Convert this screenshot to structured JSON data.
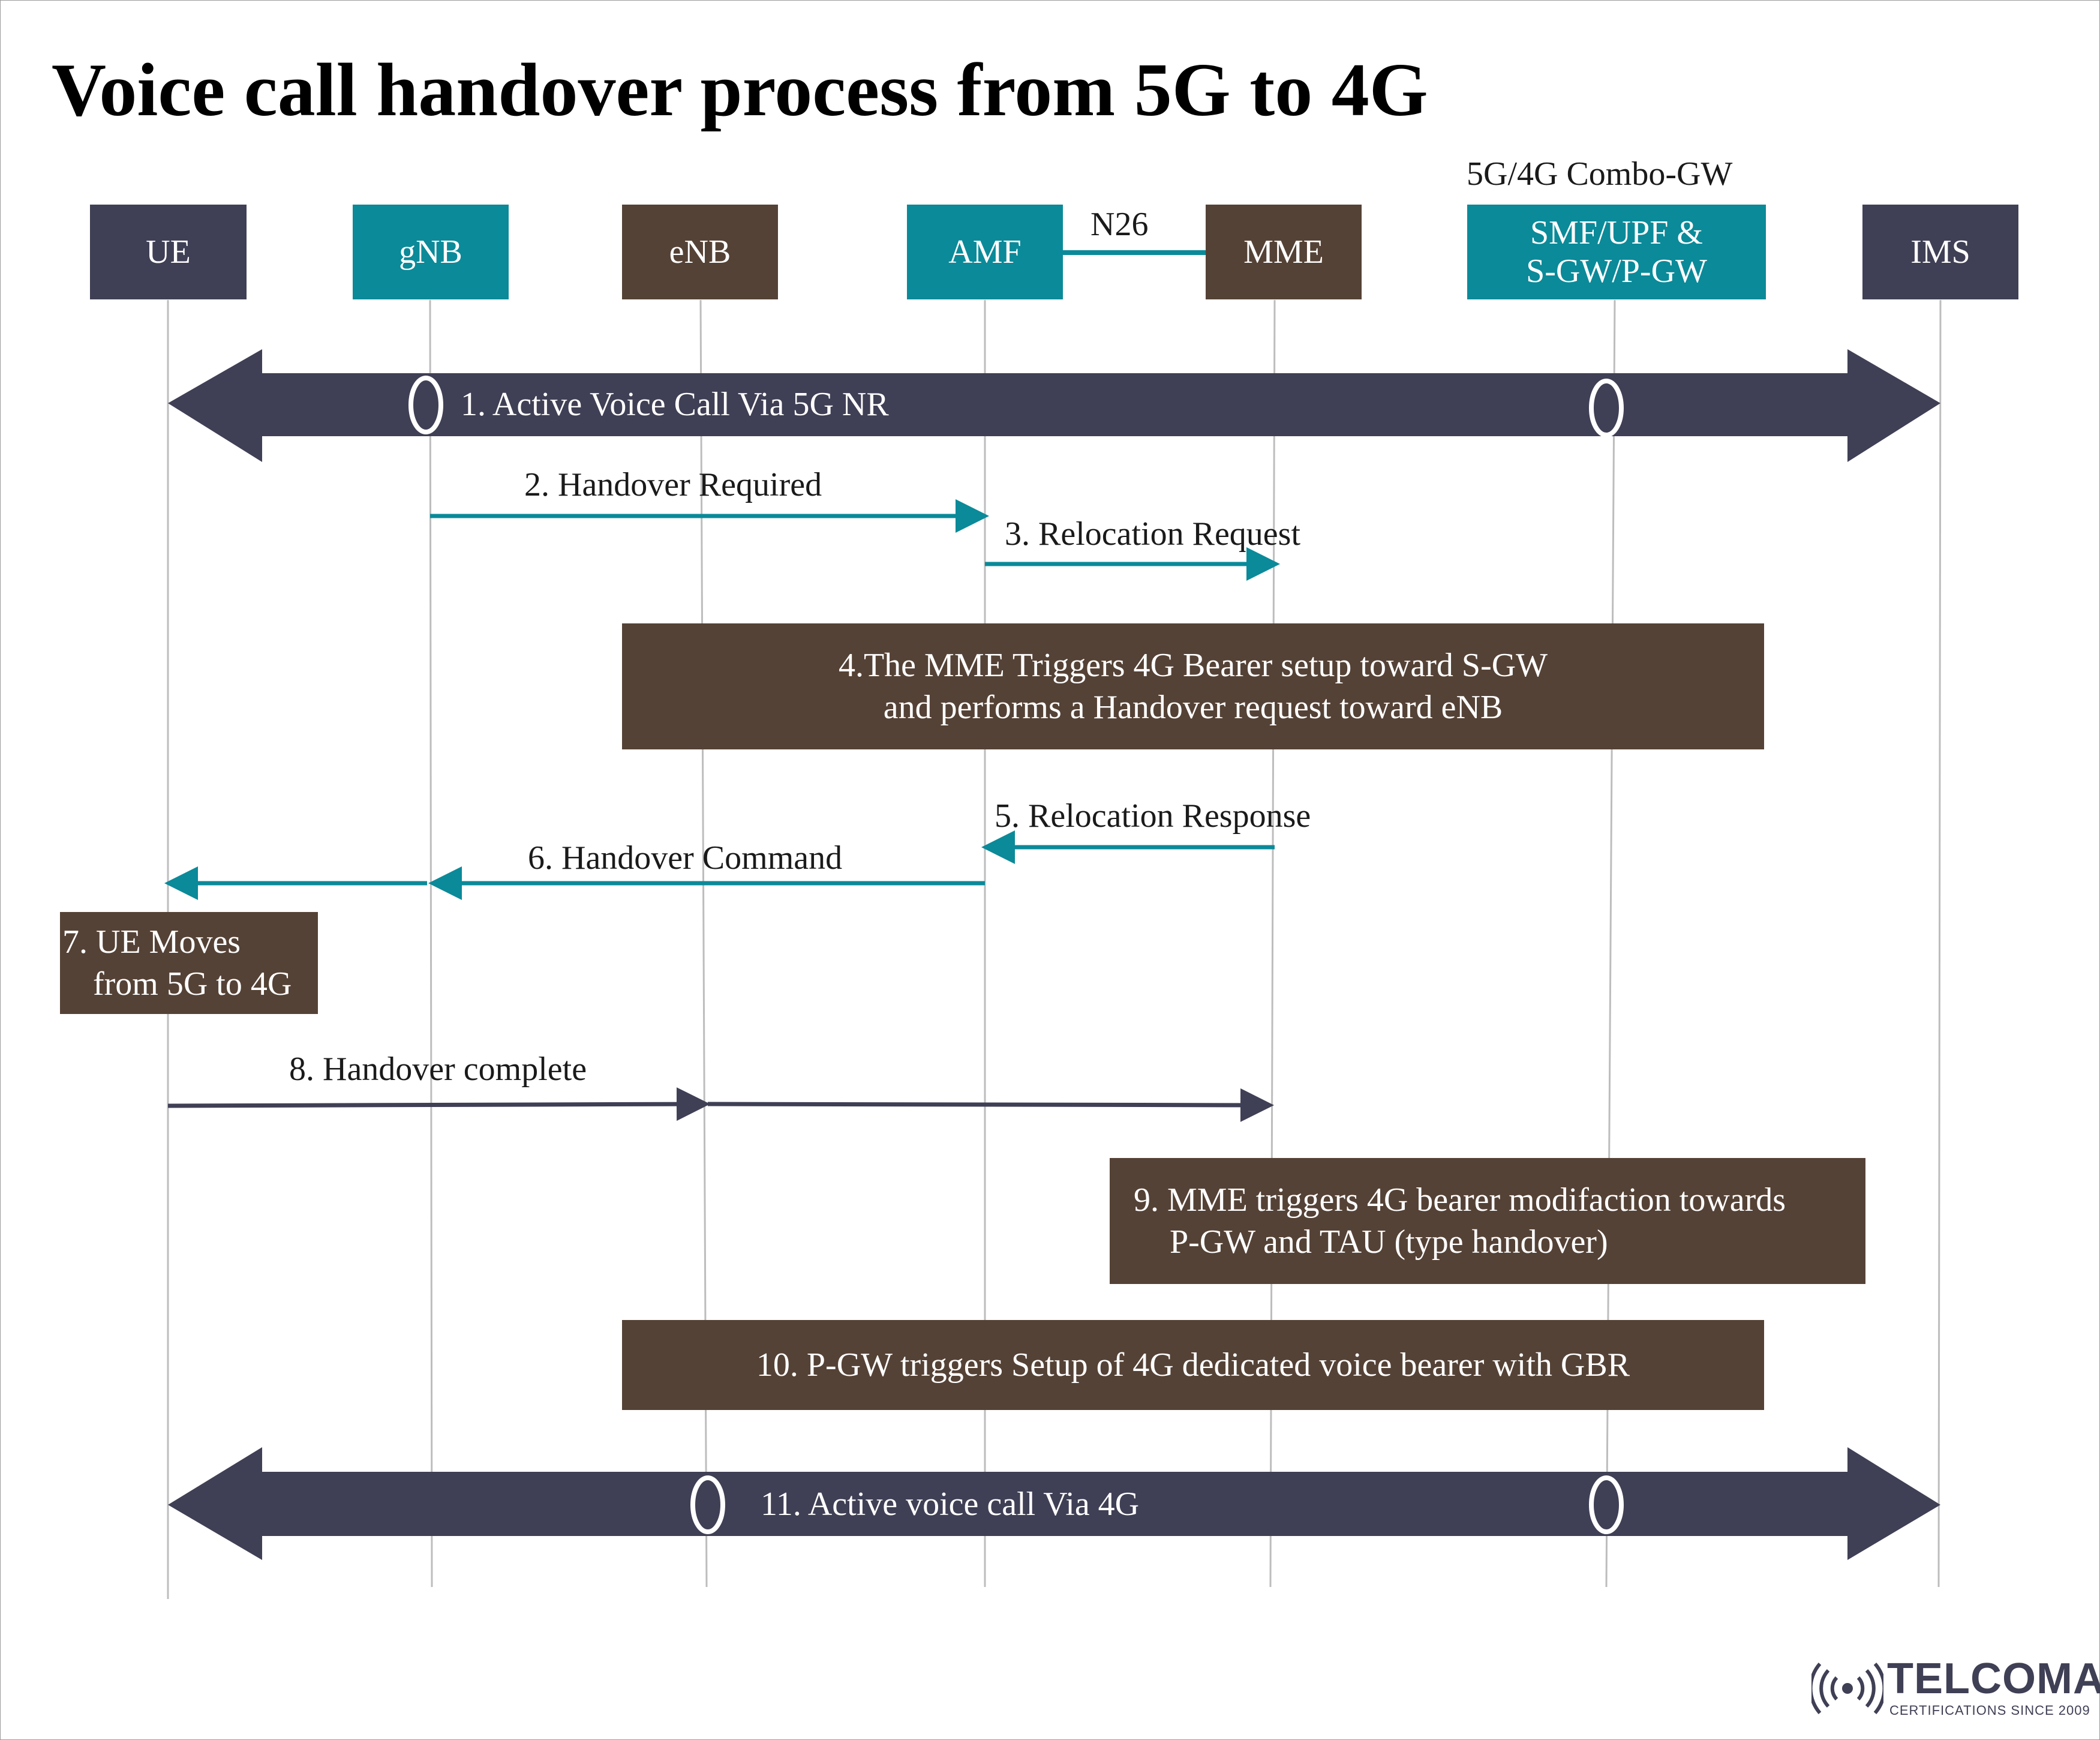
{
  "title": "Voice call handover process from 5G to 4G",
  "combo_label": "5G/4G Combo-GW",
  "interface_label": "N26",
  "entities": {
    "ue": "UE",
    "gnb": "gNB",
    "enb": "eNB",
    "amf": "AMF",
    "mme": "MME",
    "smf_line1": "SMF/UPF &",
    "smf_line2": "S-GW/P-GW",
    "ims": "IMS"
  },
  "steps": {
    "s1": "1. Active Voice Call Via 5G NR",
    "s2": "2. Handover Required",
    "s3": "3. Relocation Request",
    "s4_line1": "4.The MME Triggers 4G Bearer setup toward S-GW",
    "s4_line2": "and performs a Handover request toward eNB",
    "s5": "5. Relocation Response",
    "s6": "6. Handover Command",
    "s7_line1": "7. UE Moves",
    "s7_line2": "from 5G to 4G",
    "s8": "8. Handover complete",
    "s9_line1": "9. MME triggers 4G bearer modifaction towards",
    "s9_line2": "P-GW and TAU (type handover)",
    "s10": "10. P-GW triggers Setup of 4G dedicated voice bearer with GBR",
    "s11": "11. Active voice call Via 4G"
  },
  "logo": {
    "name": "TELCOMA",
    "tagline": "CERTIFICATIONS SINCE 2009"
  },
  "colors": {
    "dark": "#3f3f55",
    "teal": "#0b8a99",
    "brown": "#554236",
    "lifeline": "#bdbdbd"
  }
}
